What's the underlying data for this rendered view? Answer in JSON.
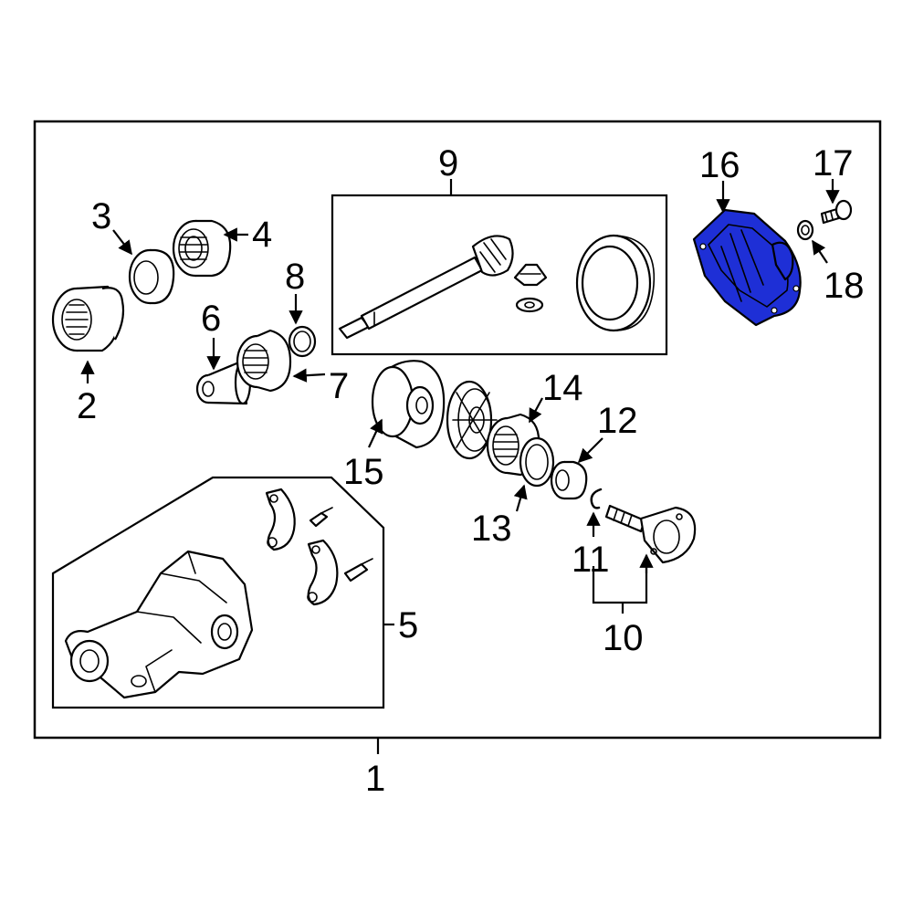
{
  "callouts": {
    "c1": "1",
    "c2": "2",
    "c3": "3",
    "c4": "4",
    "c5": "5",
    "c6": "6",
    "c7": "7",
    "c8": "8",
    "c9": "9",
    "c10": "10",
    "c11": "11",
    "c12": "12",
    "c13": "13",
    "c14": "14",
    "c15": "15",
    "c16": "16",
    "c17": "17",
    "c18": "18"
  },
  "colors": {
    "highlight": "#1e2fd6",
    "outline": "#000000",
    "background": "#ffffff"
  }
}
